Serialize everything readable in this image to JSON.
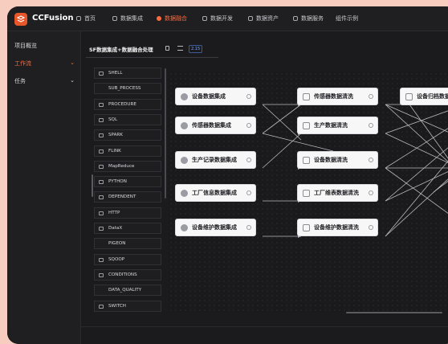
{
  "app": {
    "brand": "CCFusion",
    "accent": "#ff6a3a"
  },
  "topnav": [
    {
      "label": "首页",
      "icon": "home-icon",
      "active": false
    },
    {
      "label": "数据集成",
      "icon": "cube-icon",
      "active": false
    },
    {
      "label": "数据融合",
      "icon": "merge-icon",
      "active": true
    },
    {
      "label": "数据开发",
      "icon": "code-icon",
      "active": false
    },
    {
      "label": "数据资产",
      "icon": "asset-icon",
      "active": false
    },
    {
      "label": "数据服务",
      "icon": "service-icon",
      "active": false
    },
    {
      "label": "组件示例",
      "icon": "",
      "active": false
    }
  ],
  "sidebar": {
    "items": [
      {
        "label": "项目概览",
        "active": false,
        "expandable": false
      },
      {
        "label": "工作流",
        "active": true,
        "expandable": true
      },
      {
        "label": "任务",
        "active": false,
        "expandable": true
      }
    ]
  },
  "workflow": {
    "title": "SF数据集成+数据融合处理",
    "version": "2.15"
  },
  "tasks": [
    {
      "label": "SHELL",
      "icon": "terminal-icon"
    },
    {
      "label": "SUB_PROCESS",
      "icon": ""
    },
    {
      "label": "PROCEDURE",
      "icon": "procedure-icon"
    },
    {
      "label": "SQL",
      "icon": "database-icon"
    },
    {
      "label": "SPARK",
      "icon": "spark-icon"
    },
    {
      "label": "FLINK",
      "icon": "flink-icon"
    },
    {
      "label": "MapReduce",
      "icon": "mapreduce-icon"
    },
    {
      "label": "PYTHON",
      "icon": "python-icon"
    },
    {
      "label": "DEPENDENT",
      "icon": "dependent-icon"
    },
    {
      "label": "HTTP",
      "icon": "http-icon"
    },
    {
      "label": "DataX",
      "icon": "datax-icon"
    },
    {
      "label": "PIGEON",
      "icon": ""
    },
    {
      "label": "SQOOP",
      "icon": "sqoop-icon"
    },
    {
      "label": "CONDITIONS",
      "icon": "conditions-icon"
    },
    {
      "label": "DATA_QUALITY",
      "icon": ""
    },
    {
      "label": "SWITCH",
      "icon": "switch-icon"
    }
  ],
  "nodes": [
    {
      "id": "a1",
      "label": "设备数据集成",
      "icon": "sql-node-icon"
    },
    {
      "id": "a2",
      "label": "传感器数据集成",
      "icon": "sql-node-icon"
    },
    {
      "id": "a3",
      "label": "生产记录数据集成",
      "icon": "sql-node-icon"
    },
    {
      "id": "a4",
      "label": "工厂信息数据集成",
      "icon": "sql-node-icon"
    },
    {
      "id": "a5",
      "label": "设备维护数据集成",
      "icon": "sql-node-icon"
    },
    {
      "id": "b1",
      "label": "传感器数据清洗",
      "icon": "database-icon"
    },
    {
      "id": "b2",
      "label": "生产数据清洗",
      "icon": "database-icon"
    },
    {
      "id": "b3",
      "label": "设备数据清洗",
      "icon": "database-icon"
    },
    {
      "id": "b4",
      "label": "工厂维表数据清洗",
      "icon": "database-icon"
    },
    {
      "id": "b5",
      "label": "设备维护数据清洗",
      "icon": "database-icon"
    },
    {
      "id": "c1",
      "label": "设备归档数据",
      "icon": "database-icon"
    }
  ]
}
